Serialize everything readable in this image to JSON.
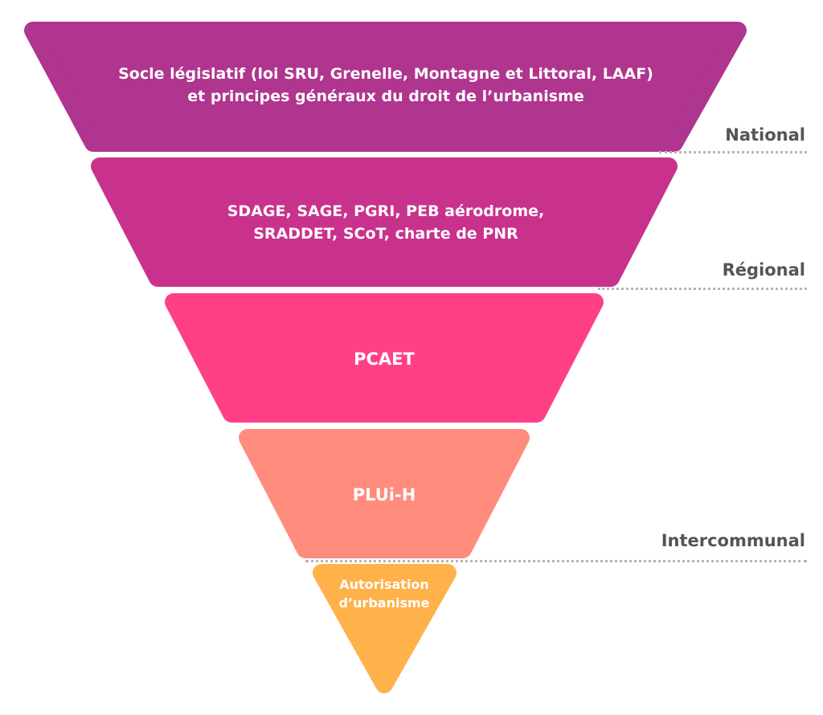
{
  "tiers": [
    {
      "line1": "Socle législatif (loi SRU, Grenelle, Montagne et Littoral, LAAF)",
      "line2": "et principes généraux du droit de l’urbanisme",
      "color": "#b0358f"
    },
    {
      "line1": "SDAGE, SAGE, PGRI, PEB aérodrome,",
      "line2": "SRADDET, SCoT, charte de PNR",
      "color": "#c9328c"
    },
    {
      "line1": "PCAET",
      "line2": "",
      "color": "#ff4087"
    },
    {
      "line1": "PLUi-H",
      "line2": "",
      "color": "#ff8c7d"
    },
    {
      "line1": "Autorisation",
      "line2": "d’urbanisme",
      "color": "#ffb14a"
    }
  ],
  "levels": {
    "national": "National",
    "regional": "Régional",
    "intercommunal": "Intercommunal"
  },
  "divider_color": "#b5b5b5"
}
